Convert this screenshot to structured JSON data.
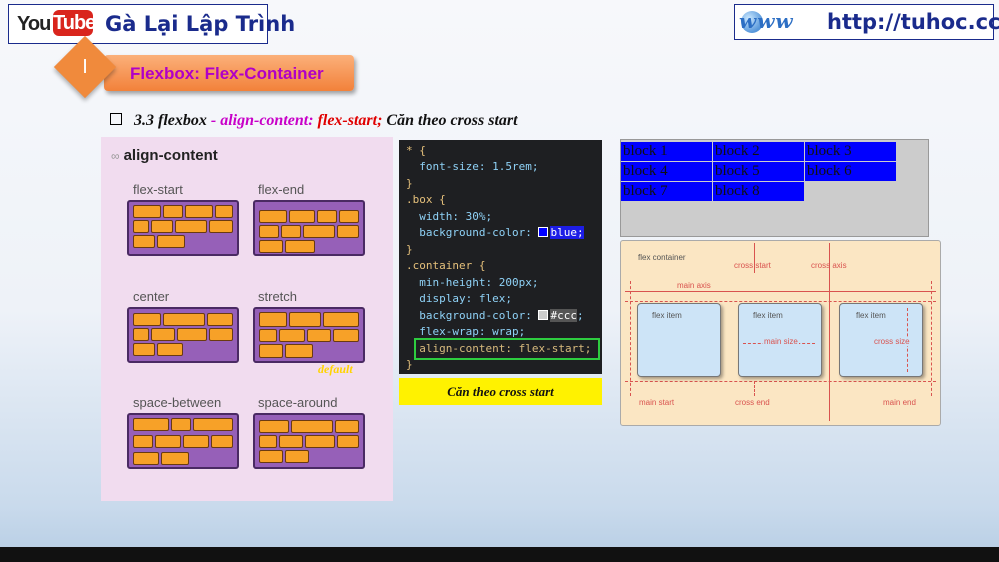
{
  "header": {
    "logo_you": "You",
    "logo_tube": "Tube",
    "brand": "Gà Lại Lập Trình",
    "www_logo": "www",
    "url": "http://tuhoc.cc"
  },
  "section": {
    "number": "I",
    "title": "Flexbox: Flex-Container"
  },
  "subtitle": {
    "part1": "3.3 flexbox",
    "part2": " - align-content: ",
    "part3": "flex-start;",
    "part4": " Căn theo cross start"
  },
  "illustration": {
    "title": "align-content",
    "labels": [
      "flex-start",
      "flex-end",
      "center",
      "stretch",
      "space-between",
      "space-around"
    ],
    "default_tag": "default"
  },
  "code": {
    "lines": [
      "* {",
      "  font-size: 1.5rem;",
      "}",
      ".box {",
      "  width: 30%;",
      "  background-color: ",
      "}",
      ".container {",
      "  min-height: 200px;",
      "  display: flex;",
      "  background-color: ",
      "  flex-wrap: wrap;",
      "  align-content: flex-start;",
      "}"
    ],
    "blue_value": "blue;",
    "ccc_value": "#ccc",
    "ccc_suffix": ";"
  },
  "caption": "Căn theo cross start",
  "demo": {
    "blocks": [
      "block 1",
      "block 2",
      "block 3",
      "block 4",
      "block 5",
      "block 6",
      "block 7",
      "block 8"
    ]
  },
  "diagram": {
    "flex_container": "flex container",
    "cross_start": "cross start",
    "cross_axis": "cross axis",
    "main_axis": "main axis",
    "flex_item": "flex item",
    "main_size": "main size",
    "cross_size": "cross size",
    "main_start": "main start",
    "cross_end": "cross end",
    "main_end": "main end"
  },
  "colors": {
    "brand_blue": "#1a2b8c",
    "section_orange": "#f2813a",
    "section_text": "#b000c8",
    "caption_yellow": "#fff200",
    "block_blue": "#0000ff",
    "demo_bg": "#cccccc"
  }
}
